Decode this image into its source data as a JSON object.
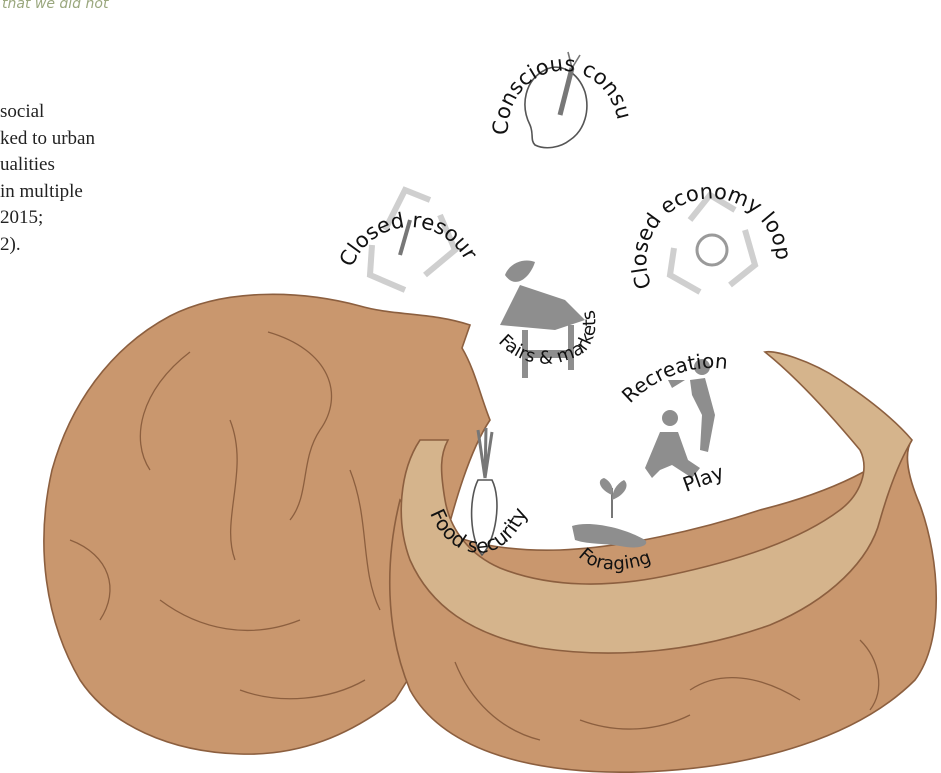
{
  "fragment": {
    "top_line": "that we did not",
    "lines": [
      "social",
      "ked to urban",
      "ualities",
      "in multiple",
      "2015;",
      "2)."
    ]
  },
  "colors": {
    "shell": "#c9976e",
    "shell_edge": "#8c5f3f",
    "shell_inner": "#d5b48c",
    "icon": "#8e8e8e",
    "icon_faint": "#d4d4d4",
    "label": "#111111",
    "fragment_top": "#9aa77e"
  },
  "diagram": {
    "labels": {
      "conscious_consumption": "Conscious consumption",
      "closed_resource_cycle": "Closed resource cycle",
      "closed_economy_loop": "Closed economy loop",
      "fairs_markets": "Fairs & markets",
      "recreation": "Recreation",
      "play": "Play",
      "food_security": "Food security",
      "foraging": "Foraging"
    },
    "icons": {
      "conscious_consumption": "head-with-carrot-icon",
      "closed_resource_cycle": "recycle-carrot-icon",
      "closed_economy_loop": "recycle-dollar-icon",
      "fairs_markets": "market-stall-icon",
      "recreation": "person-jumping-icon",
      "play": "person-crouching-icon",
      "food_security": "carrot-icon",
      "foraging": "hand-sprout-icon"
    }
  }
}
